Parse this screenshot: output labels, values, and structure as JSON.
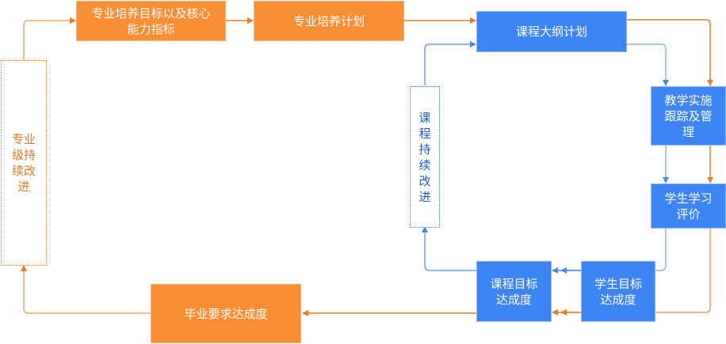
{
  "colors": {
    "orange_box": "#f98e35",
    "blue_box": "#3d84f5",
    "orange_line": "#ec7a22",
    "blue_line": "#4a86ea",
    "dashed_orange_text": "#e07a1f",
    "dashed_blue_text": "#1f5fb8"
  },
  "nodes": {
    "program_goals": "专业培养目标以及核心\n能力指标",
    "program_plan": "专业培养计划",
    "syllabus_plan": "课程大纲计划",
    "teaching_tracking": "教学实施\n跟踪及管\n理",
    "student_evaluation": "学生学习\n评价",
    "student_goal_achievement": "学生目标\n达成度",
    "course_goal_achievement": "课程目标\n达成度",
    "graduation_achievement": "毕业要求达成度",
    "program_improvement": "专业\n级持\n续改\n进",
    "course_improvement": "课\n程\n持\n续\n改\n进"
  }
}
